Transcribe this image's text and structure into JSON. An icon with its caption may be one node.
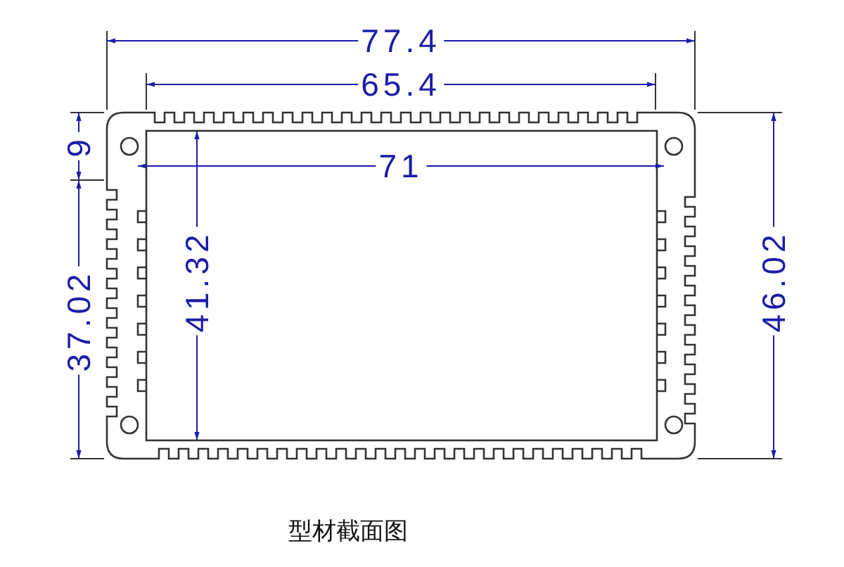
{
  "diagram": {
    "caption": "型材截面图",
    "labels": [
      "77.4",
      "65.4",
      "9",
      "71",
      "37.02",
      "41.32",
      "46.02"
    ]
  }
}
